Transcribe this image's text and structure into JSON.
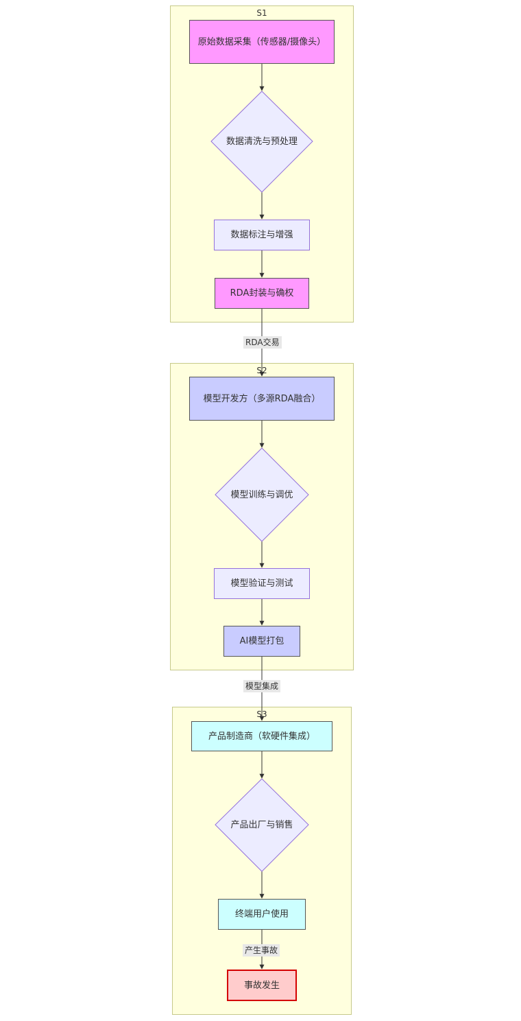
{
  "diagram": {
    "subgraphs": [
      {
        "id": "s1",
        "title": "S1"
      },
      {
        "id": "s2",
        "title": "S2"
      },
      {
        "id": "s3",
        "title": "S3"
      }
    ],
    "nodes": {
      "raw_data": "原始数据采集（传感器/摄像头）",
      "cleaning": "数据清洗与预处理",
      "labeling": "数据标注与增强",
      "rda_package": "RDA封装与确权",
      "model_dev": "模型开发方（多源RDA融合）",
      "training": "模型训练与调优",
      "validation": "模型验证与测试",
      "ai_package": "AI模型打包",
      "manufacturer": "产品制造商（软硬件集成）",
      "sales": "产品出厂与销售",
      "end_user": "终端用户使用",
      "accident": "事故发生"
    },
    "edge_labels": {
      "rda_trade": "RDA交易",
      "model_integration": "模型集成",
      "accident_occurs": "产生事故"
    },
    "colors": {
      "cluster_fill": "#ffffde",
      "cluster_border": "#c6c98a",
      "pink": "#ff99ff",
      "blue": "#c9ccff",
      "cyan": "#ccffff",
      "lavender": "#ececff",
      "lavender_border": "#9370db",
      "accident_fill": "#ffcccc",
      "accident_border": "#d40000",
      "edge": "#333333"
    }
  }
}
